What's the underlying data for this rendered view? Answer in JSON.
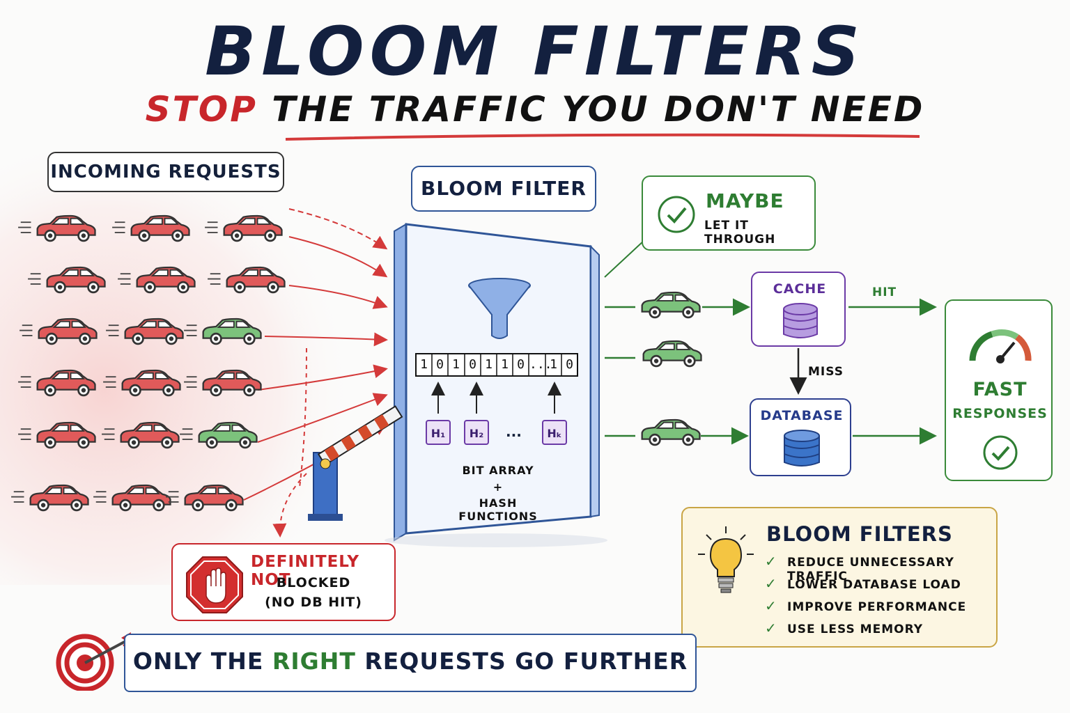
{
  "header": {
    "title": "BLOOM FILTERS",
    "subtitle_stop": "STOP",
    "subtitle_rest": " THE TRAFFIC YOU DON'T NEED"
  },
  "incoming": {
    "label": "INCOMING REQUESTS"
  },
  "filter": {
    "label": "BLOOM FILTER",
    "bits": [
      "1",
      "0",
      "1",
      "0",
      "1",
      "1",
      "0",
      "...",
      "1",
      "0"
    ],
    "hashes": [
      "H₁",
      "H₂",
      "Hₖ"
    ],
    "hash_ellipsis": "...",
    "caption_line1": "BIT ARRAY",
    "caption_line2": "+",
    "caption_line3": "HASH FUNCTIONS"
  },
  "maybe": {
    "title": "MAYBE",
    "subtitle": "LET IT THROUGH"
  },
  "cache": {
    "label": "CACHE"
  },
  "database": {
    "label": "DATABASE"
  },
  "edges": {
    "hit": "HIT",
    "miss": "MISS"
  },
  "fast": {
    "title": "FAST",
    "subtitle": "RESPONSES"
  },
  "definitely_not": {
    "title": "DEFINITELY NOT",
    "line1": "BLOCKED",
    "line2": "(NO DB HIT)"
  },
  "summary": {
    "title": "BLOOM FILTERS",
    "items": [
      "REDUCE UNNECESSARY TRAFFIC",
      "LOWER DATABASE LOAD",
      "IMPROVE PERFORMANCE",
      "USE LESS MEMORY"
    ]
  },
  "footer": {
    "part1": "ONLY THE ",
    "highlight": "RIGHT",
    "part2": " REQUESTS GO FURTHER"
  },
  "colors": {
    "blocked": "#e05a5a",
    "allowed": "#7cc27c",
    "accent_red": "#c8262b",
    "accent_green": "#2e7d32",
    "navy": "#13203f"
  },
  "icons": [
    "car-icon",
    "funnel-icon",
    "barrier-gate-icon",
    "check-circle-icon",
    "database-icon",
    "speedometer-icon",
    "stop-hand-icon",
    "lightbulb-icon",
    "target-icon"
  ]
}
